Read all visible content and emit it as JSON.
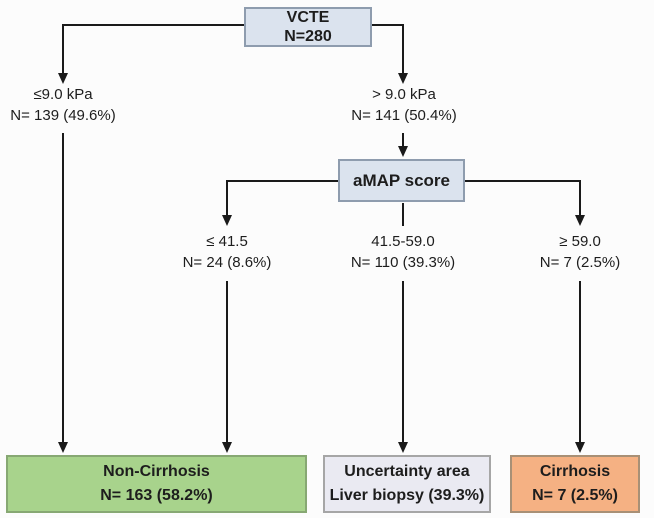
{
  "colors": {
    "canvas_bg": "#fcfcfc",
    "text_color": "#1d1d1d",
    "line_color": "#1a1a1a",
    "node_fill": "#dbe3ee",
    "node_border": "#8e9cae",
    "green_fill": "#a8d38c",
    "green_border": "#87a873",
    "gray_fill": "#eaeaf2",
    "gray_border": "#a6a6a6",
    "orange_fill": "#f5b183",
    "orange_border": "#a89076"
  },
  "flowchart": {
    "root": {
      "title": "VCTE",
      "count": "N=280"
    },
    "branches": {
      "low_kpa": {
        "label": "≤9.0 kPa",
        "count": "N= 139 (49.6%)"
      },
      "high_kpa": {
        "label": "> 9.0 kPa",
        "count": "N= 141 (50.4%)"
      }
    },
    "amap": {
      "title": "aMAP score"
    },
    "amap_branches": {
      "low": {
        "label": "≤ 41.5",
        "count": "N= 24 (8.6%)"
      },
      "mid": {
        "label": "41.5-59.0",
        "count": "N= 110 (39.3%)"
      },
      "high": {
        "label": "≥ 59.0",
        "count": "N= 7 (2.5%)"
      }
    },
    "outcomes": {
      "non_cirrhosis": {
        "title": "Non-Cirrhosis",
        "count": "N= 163 (58.2%)"
      },
      "uncertainty": {
        "title": "Uncertainty area",
        "count": "Liver biopsy (39.3%)"
      },
      "cirrhosis": {
        "title": "Cirrhosis",
        "count": "N= 7 (2.5%)"
      }
    }
  }
}
